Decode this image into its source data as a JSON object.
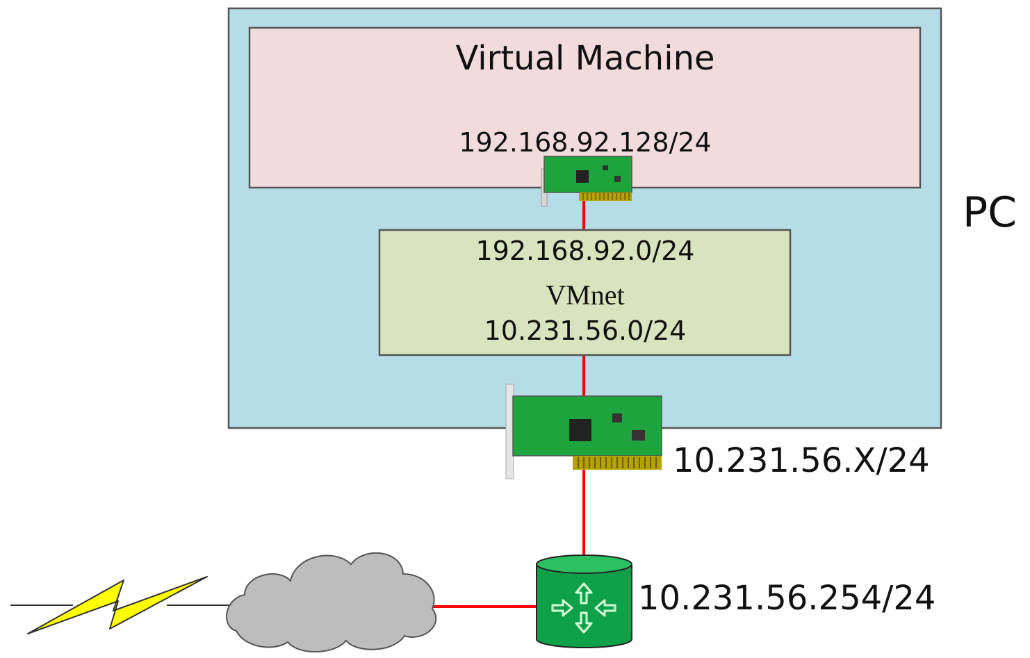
{
  "pc": {
    "label": "PC"
  },
  "virtual_machine": {
    "title": "Virtual Machine",
    "ip": "192.168.92.128/24"
  },
  "vmnet": {
    "subnet_top": "192.168.92.0/24",
    "name": "VMnet",
    "subnet_bottom": "10.231.56.0/24"
  },
  "host_nic": {
    "ip": "10.231.56.X/24"
  },
  "router": {
    "ip": "10.231.56.254/24",
    "icon": "router-icon"
  },
  "cloud": {
    "icon": "cloud-icon"
  },
  "wan_link": {
    "icon": "lightning-bolt-icon"
  },
  "colors": {
    "pc_fill": "#b6dde6",
    "vm_fill": "#f2dcdb",
    "vmnet_fill": "#d8e4bd",
    "link": "#ff0000",
    "nic_green": "#1ea43c",
    "router_green": "#0fa04a",
    "cloud_gray": "#bdbdbd",
    "bolt_yellow": "#ffff00"
  }
}
